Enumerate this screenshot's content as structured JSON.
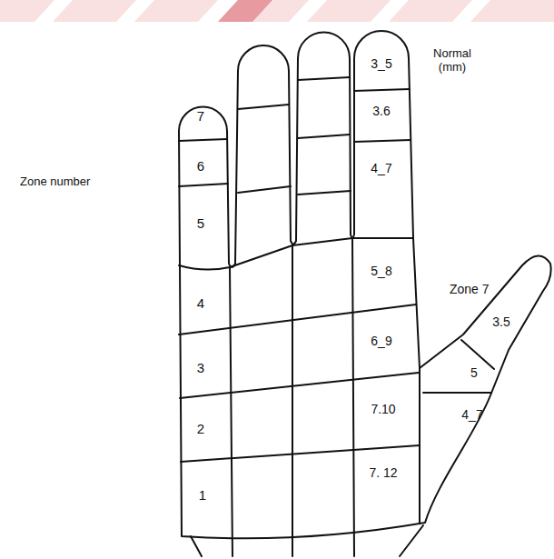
{
  "diagram": {
    "labels": [
      "Zone number",
      "7",
      "6",
      "5",
      "4",
      "3",
      "2",
      "1",
      "Normal (mm)",
      "3_5",
      "3.6",
      "4_7",
      "5_8",
      "6_9",
      "7.10",
      "7. 12",
      "Zone 7",
      "3.5",
      "5",
      "4_7"
    ]
  }
}
